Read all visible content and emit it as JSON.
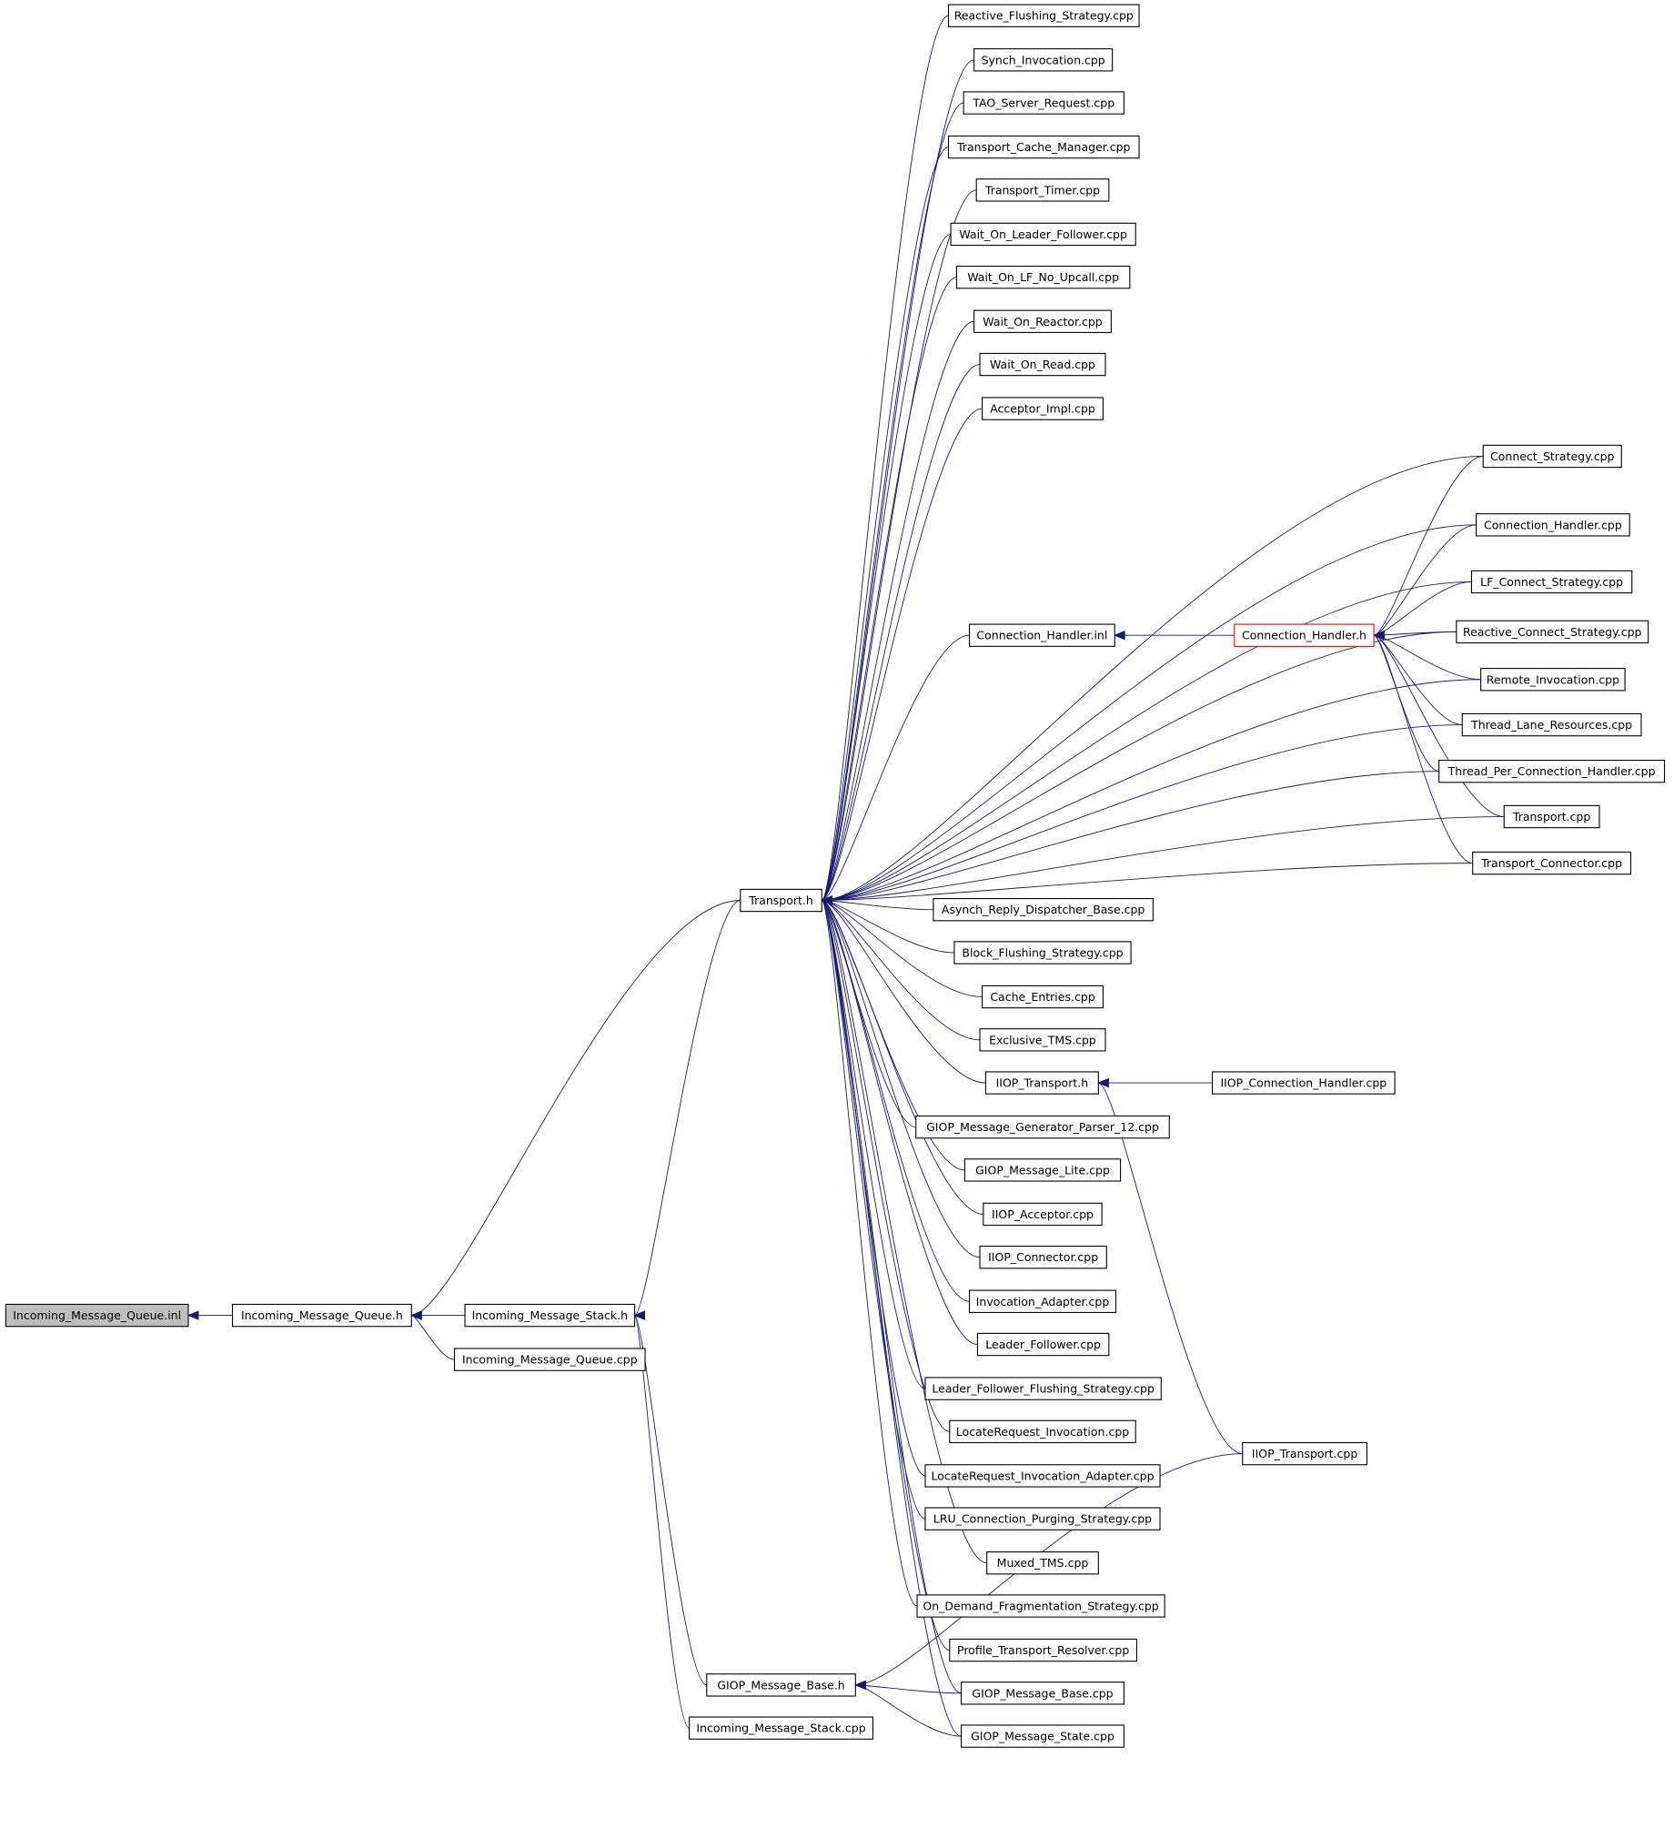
{
  "colors": {
    "edge": "#191970",
    "node_border": "#000000",
    "highlight_border": "#ff0000",
    "root_fill": "#bfbfbf",
    "background": "#ffffff"
  },
  "nodes": {
    "incoming_message_queue_inl": "Incoming_Message_Queue.inl",
    "incoming_message_queue_h": "Incoming_Message_Queue.h",
    "incoming_message_stack_h": "Incoming_Message_Stack.h",
    "incoming_message_queue_cpp": "Incoming_Message_Queue.cpp",
    "transport_h": "Transport.h",
    "giop_message_base_h": "GIOP_Message_Base.h",
    "incoming_message_stack_cpp": "Incoming_Message_Stack.cpp",
    "reactive_flushing_strategy_cpp": "Reactive_Flushing_Strategy.cpp",
    "synch_invocation_cpp": "Synch_Invocation.cpp",
    "tao_server_request_cpp": "TAO_Server_Request.cpp",
    "transport_cache_manager_cpp": "Transport_Cache_Manager.cpp",
    "transport_timer_cpp": "Transport_Timer.cpp",
    "wait_on_leader_follower_cpp": "Wait_On_Leader_Follower.cpp",
    "wait_on_lf_no_upcall_cpp": "Wait_On_LF_No_Upcall.cpp",
    "wait_on_reactor_cpp": "Wait_On_Reactor.cpp",
    "wait_on_read_cpp": "Wait_On_Read.cpp",
    "acceptor_impl_cpp": "Acceptor_Impl.cpp",
    "connection_handler_inl": "Connection_Handler.inl",
    "connection_handler_h": "Connection_Handler.h",
    "connect_strategy_cpp": "Connect_Strategy.cpp",
    "connection_handler_cpp": "Connection_Handler.cpp",
    "lf_connect_strategy_cpp": "LF_Connect_Strategy.cpp",
    "reactive_connect_strategy_cpp": "Reactive_Connect_Strategy.cpp",
    "remote_invocation_cpp": "Remote_Invocation.cpp",
    "thread_lane_resources_cpp": "Thread_Lane_Resources.cpp",
    "thread_per_connection_handler_cpp": "Thread_Per_Connection_Handler.cpp",
    "transport_cpp": "Transport.cpp",
    "transport_connector_cpp": "Transport_Connector.cpp",
    "asynch_reply_dispatcher_base_cpp": "Asynch_Reply_Dispatcher_Base.cpp",
    "block_flushing_strategy_cpp": "Block_Flushing_Strategy.cpp",
    "cache_entries_cpp": "Cache_Entries.cpp",
    "exclusive_tms_cpp": "Exclusive_TMS.cpp",
    "iiop_transport_h": "IIOP_Transport.h",
    "iiop_connection_handler_cpp": "IIOP_Connection_Handler.cpp",
    "giop_message_generator_parser_12_cpp": "GIOP_Message_Generator_Parser_12.cpp",
    "giop_message_lite_cpp": "GIOP_Message_Lite.cpp",
    "iiop_acceptor_cpp": "IIOP_Acceptor.cpp",
    "iiop_connector_cpp": "IIOP_Connector.cpp",
    "invocation_adapter_cpp": "Invocation_Adapter.cpp",
    "leader_follower_cpp": "Leader_Follower.cpp",
    "leader_follower_flushing_strategy_cpp": "Leader_Follower_Flushing_Strategy.cpp",
    "locaterequest_invocation_cpp": "LocateRequest_Invocation.cpp",
    "locaterequest_invocation_adapter_cpp": "LocateRequest_Invocation_Adapter.cpp",
    "lru_connection_purging_strategy_cpp": "LRU_Connection_Purging_Strategy.cpp",
    "muxed_tms_cpp": "Muxed_TMS.cpp",
    "on_demand_fragmentation_strategy_cpp": "On_Demand_Fragmentation_Strategy.cpp",
    "profile_transport_resolver_cpp": "Profile_Transport_Resolver.cpp",
    "giop_message_base_cpp": "GIOP_Message_Base.cpp",
    "giop_message_state_cpp": "GIOP_Message_State.cpp",
    "iiop_transport_cpp": "IIOP_Transport.cpp"
  }
}
